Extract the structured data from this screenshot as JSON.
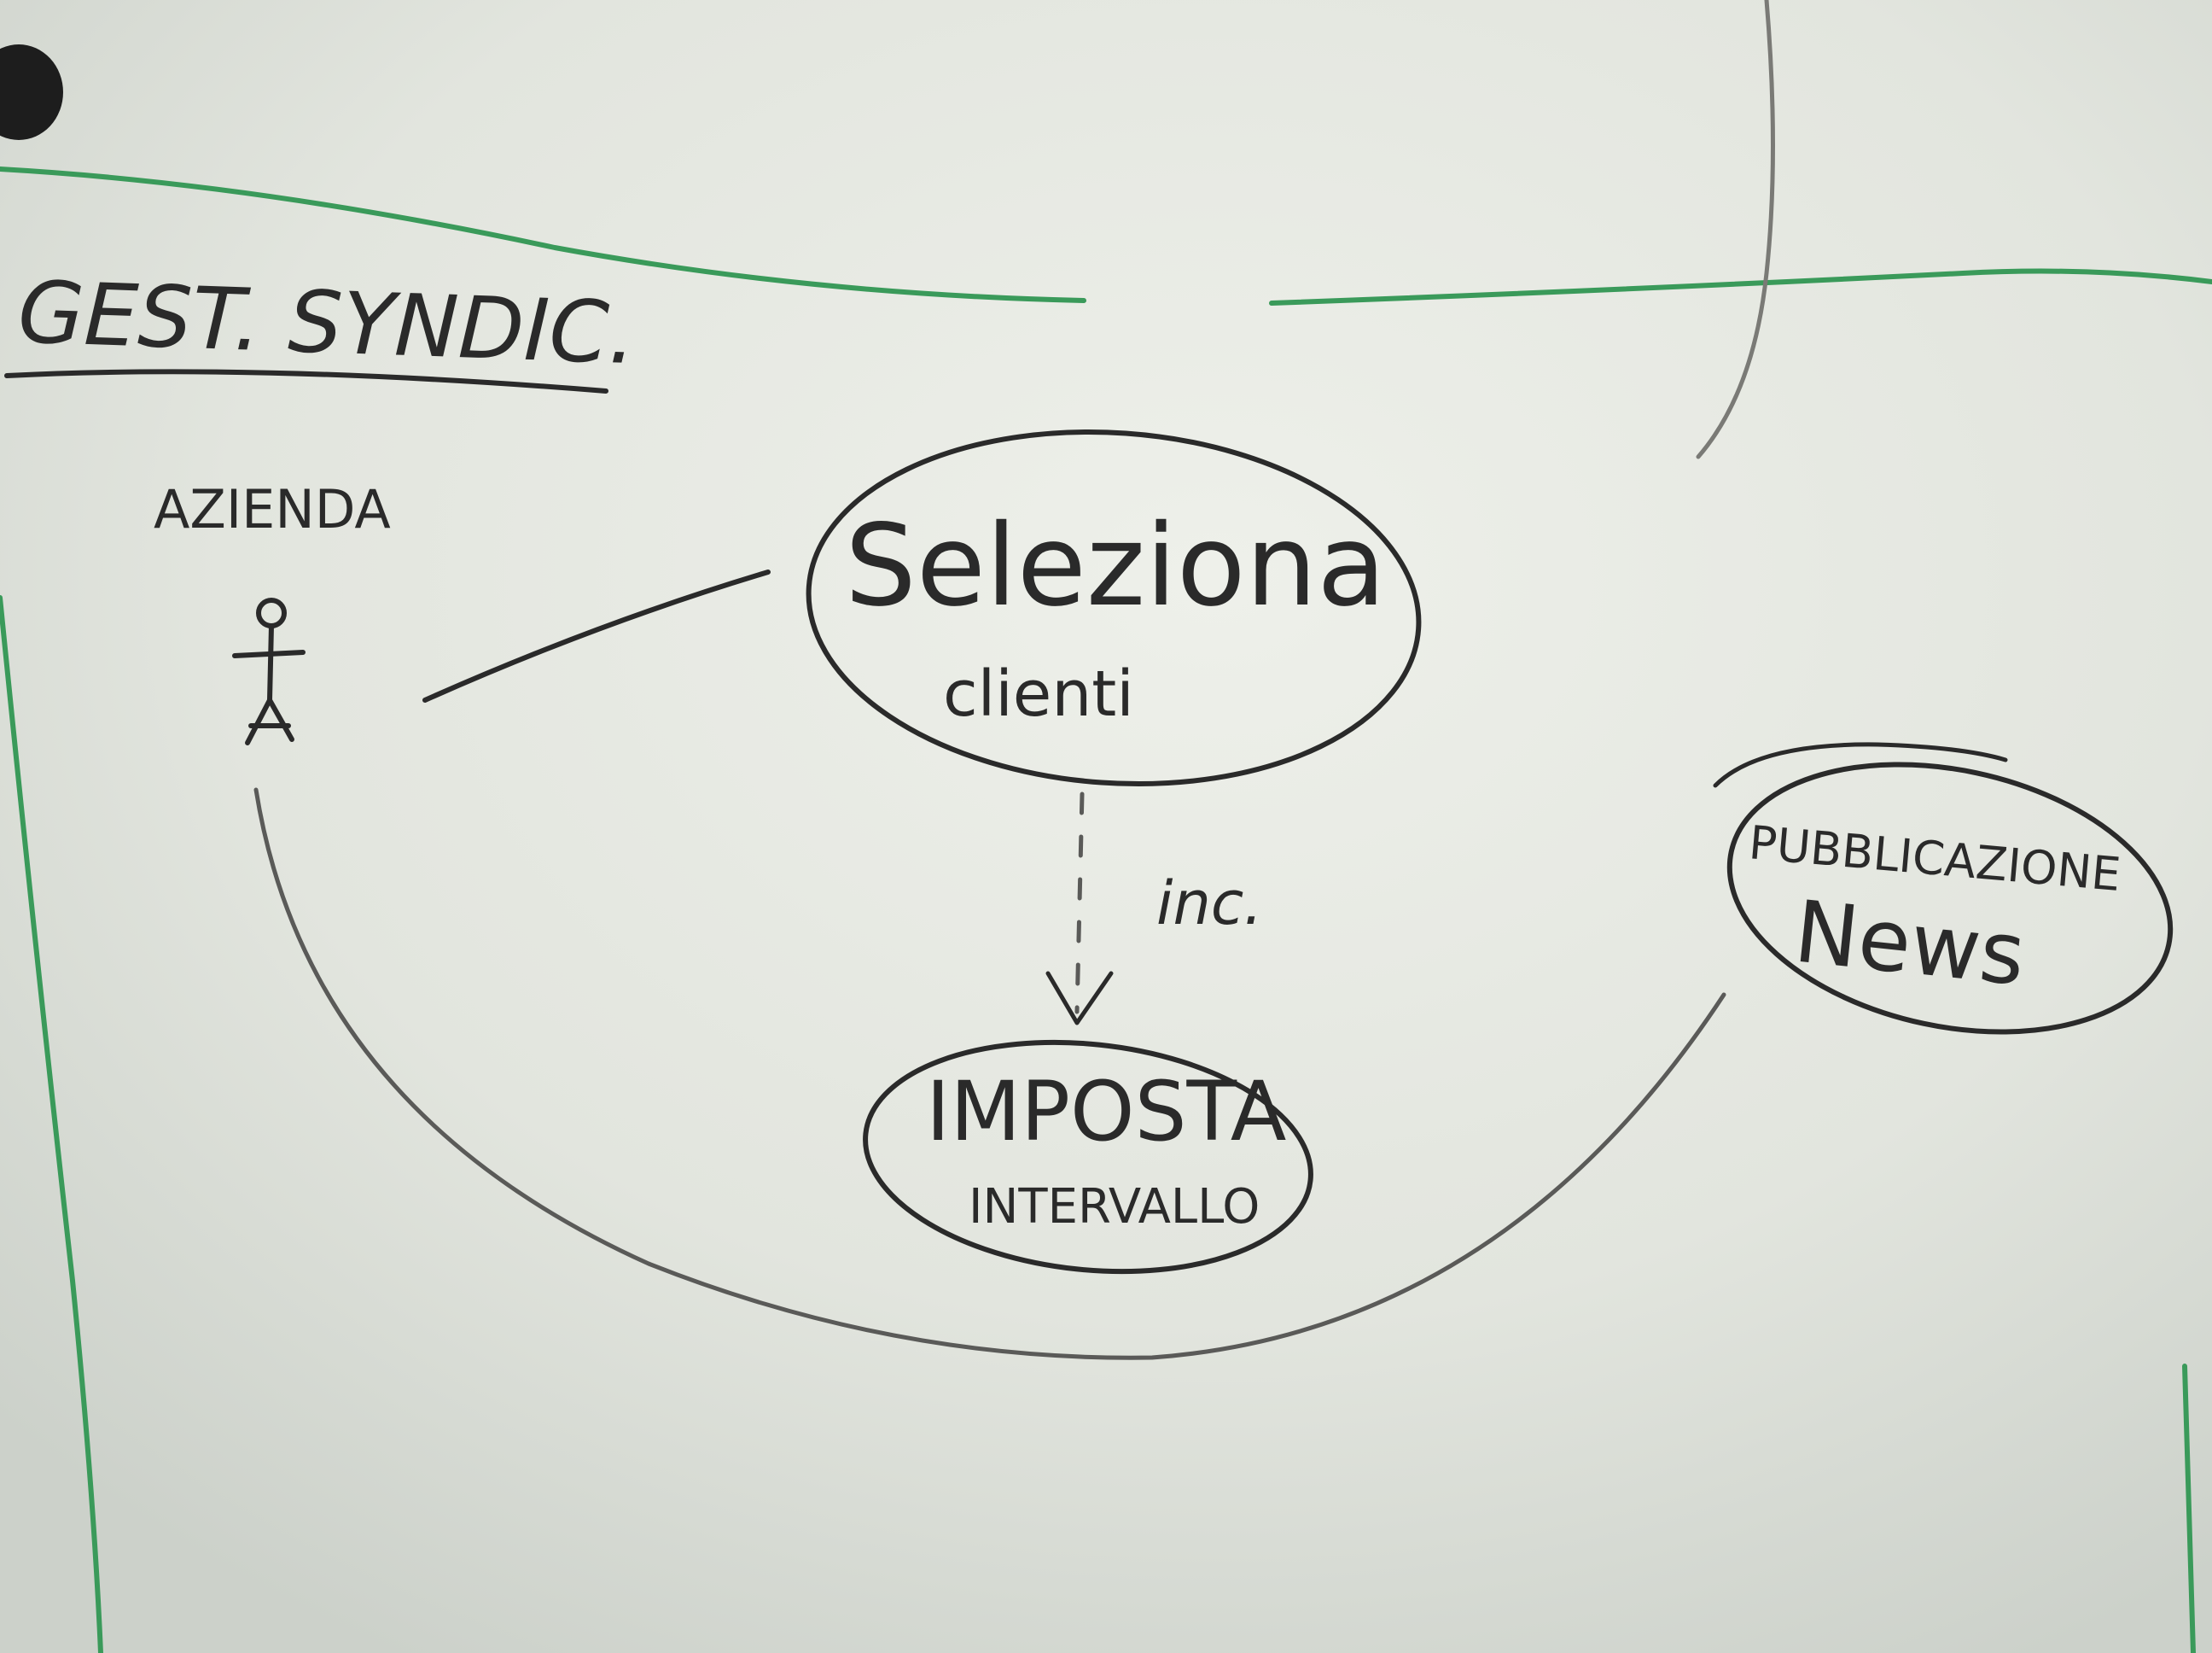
{
  "board": {
    "title": "GEST. SYNDIC.",
    "colors": {
      "surface": "#dfe3dc",
      "ink": "#2a2a2a",
      "frame_line": "#3a9a5a",
      "pale_line": "#7a7a76",
      "magnet": "#1d1d1d"
    }
  },
  "diagram": {
    "type": "use-case-diagram",
    "actor": {
      "label": "AZIENDA"
    },
    "use_cases": [
      {
        "id": "seleziona",
        "line1": "Seleziona",
        "line2": "clienti"
      },
      {
        "id": "imposta",
        "line1": "IMPOSTA",
        "line2": "INTERVALLO"
      },
      {
        "id": "pubblicazione",
        "line1": "PUBBLICAZIONE",
        "line2": "News"
      }
    ],
    "relations": [
      {
        "from": "actor",
        "to": "seleziona",
        "kind": "association"
      },
      {
        "from": "actor",
        "to": "pubblicazione",
        "kind": "association"
      },
      {
        "from": "seleziona",
        "to": "imposta",
        "kind": "include",
        "label": "inc."
      }
    ]
  }
}
